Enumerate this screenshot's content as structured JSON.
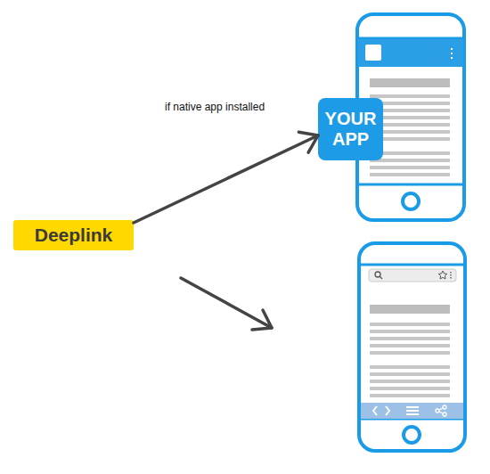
{
  "diagram": {
    "nodes": [
      {
        "text": [
          "Deeplink"
        ]
      },
      {
        "text": [
          "YOUR APP"
        ]
      }
    ],
    "edges": [
      {
        "from": 0,
        "to": 1,
        "arrow": "to",
        "label": "if native app installed"
      }
    ]
  }
}
